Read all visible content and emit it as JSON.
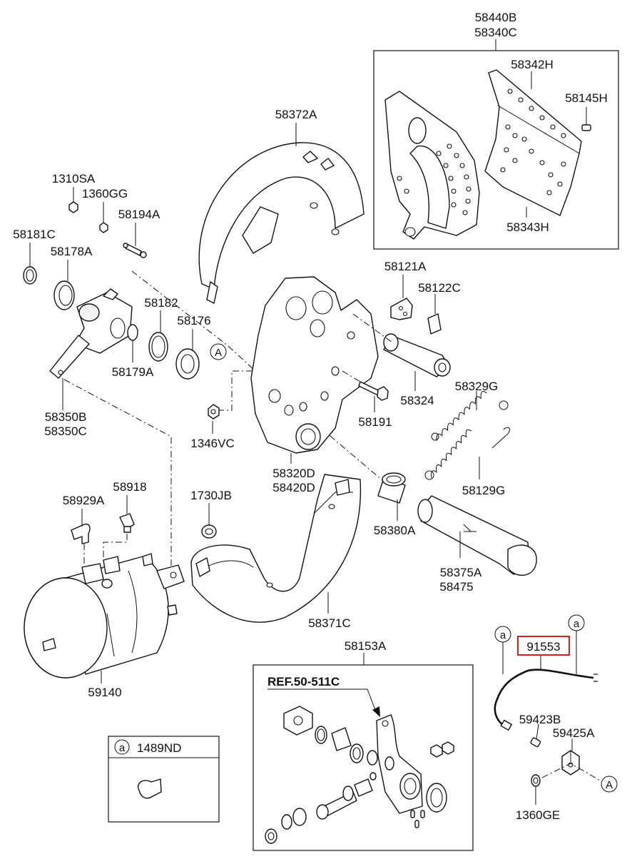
{
  "labels": {
    "p58440B": "58440B",
    "p58340C": "58340C",
    "p58342H": "58342H",
    "p58145H": "58145H",
    "p58343H": "58343H",
    "p58372A": "58372A",
    "p1310SA": "1310SA",
    "p1360GG": "1360GG",
    "p58194A": "58194A",
    "p58181C": "58181C",
    "p58178A": "58178A",
    "p58182": "58182",
    "p58176": "58176",
    "p58179A": "58179A",
    "p58350B": "58350B",
    "p58350C": "58350C",
    "p1346VC": "1346VC",
    "p58121A": "58121A",
    "p58122C": "58122C",
    "p58324": "58324",
    "p58191": "58191",
    "p58329G": "58329G",
    "p58129G": "58129G",
    "p58320D": "58320D",
    "p58420D": "58420D",
    "p58380A": "58380A",
    "p58375A": "58375A",
    "p58475": "58475",
    "p58929A": "58929A",
    "p58918": "58918",
    "p1730JB": "1730JB",
    "p58371C": "58371C",
    "p59140": "59140",
    "p58153A": "58153A",
    "ref": "REF.50-511C",
    "p91553": "91553",
    "p59423B": "59423B",
    "p59425A": "59425A",
    "p1360GE": "1360GE",
    "p1489ND": "1489ND",
    "markerA": "A",
    "markera": "a"
  },
  "highlight_color": "#d42020"
}
